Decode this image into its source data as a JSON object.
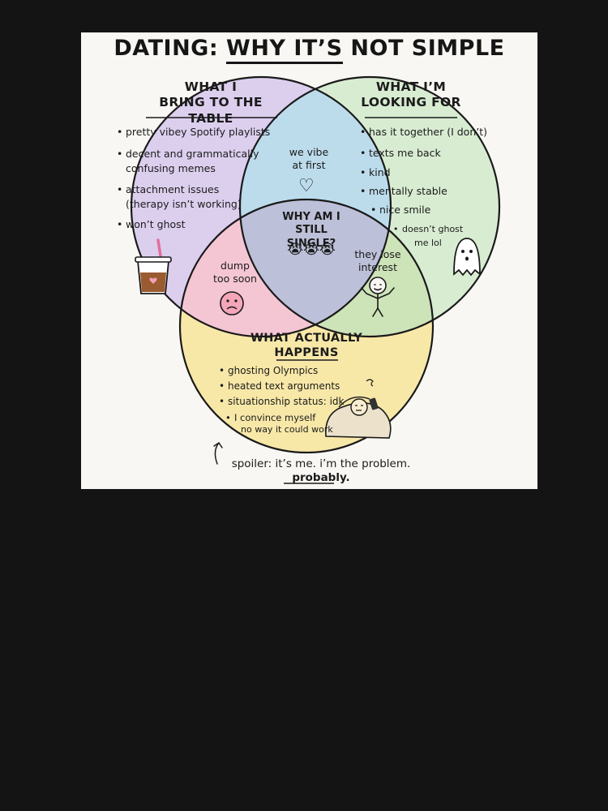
{
  "title": {
    "prefix": "DATING: ",
    "emphasis": "WHY IT’S",
    "suffix": " NOT SIMPLE"
  },
  "circles": {
    "bring": {
      "heading_line1": "WHAT I",
      "heading_line2": "BRING TO THE TABLE",
      "fill": "#dccfee",
      "items": [
        "pretty vibey Spotify playlists",
        "decent and grammatically",
        "confusing memes",
        "attachment issues",
        "(therapy isn’t working)",
        "won’t ghost"
      ]
    },
    "looking": {
      "heading_line1": "WHAT I’M",
      "heading_line2": "LOOKING FOR",
      "fill": "#d8ecd2",
      "items": [
        "has it together (I don’t)",
        "texts me back",
        "kind",
        "mentally stable",
        "nice smile",
        "doesn’t ghost",
        "me lol"
      ]
    },
    "happens": {
      "heading_line1": "WHAT ACTUALLY",
      "heading_line2": "HAPPENS",
      "fill": "#f8e8a8",
      "items": [
        "ghosting Olympics",
        "heated text arguments",
        "situationship status: idk",
        "I convince myself",
        "no way it could work"
      ]
    }
  },
  "overlaps": {
    "bring_looking": {
      "line1": "we vibe",
      "line2": "at first",
      "fill": "#bcdcec"
    },
    "bring_happens": {
      "line1": "dump",
      "line2": "too soon",
      "fill": "#f4c6d4"
    },
    "looking_happens": {
      "line1": "they lose",
      "line2": "interest",
      "fill": "#cde3b8"
    },
    "center": {
      "line1": "WHY AM I",
      "line2": "STILL SINGLE?",
      "emoji": "😭😭😭",
      "fill": "#bcc0d8"
    }
  },
  "footer": {
    "line1": "spoiler: it’s me. i’m the problem.",
    "line2": "probably."
  },
  "colors": {
    "outline": "#1a1a1a",
    "background": "#141414",
    "poster": "#f8f7f3"
  }
}
